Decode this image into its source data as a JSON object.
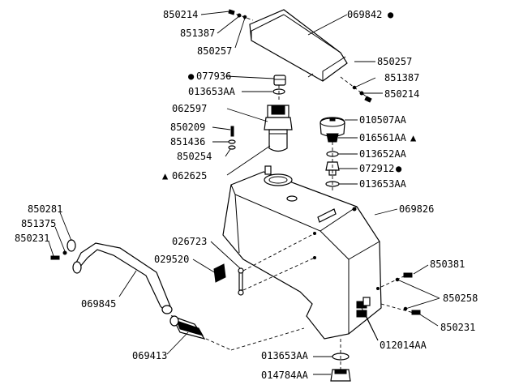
{
  "labels": {
    "l850214a": "850214",
    "l851387a": "851387",
    "l850257a": "850257",
    "l069842": "069842",
    "l077936": "077936",
    "l013653aa_a": "013653AA",
    "l850257b": "850257",
    "l851387b": "851387",
    "l850214b": "850214",
    "l062597": "062597",
    "l850209": "850209",
    "l851436": "851436",
    "l850254": "850254",
    "l062625": "062625",
    "l010507aa": "010507AA",
    "l016561aa": "016561AA",
    "l013652aa": "013652AA",
    "l072912": "072912",
    "l013653aa_b": "013653AA",
    "l069826": "069826",
    "l850281": "850281",
    "l851375": "851375",
    "l850231a": "850231",
    "l026723": "026723",
    "l029520": "029520",
    "l069845": "069845",
    "l850381": "850381",
    "l850258": "850258",
    "l850231b": "850231",
    "l069413": "069413",
    "l012014aa": "012014AA",
    "l013653aa_c": "013653AA",
    "l014784aa": "014784AA"
  },
  "markers": {
    "dot": "●",
    "triangle": "▲"
  }
}
